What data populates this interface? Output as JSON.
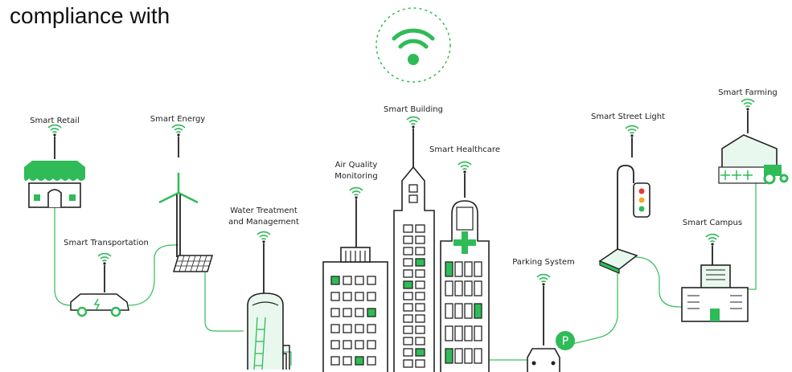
{
  "heading": "compliance with",
  "labels": {
    "smart_retail": "Smart Retail",
    "smart_energy": "Smart Energy",
    "smart_transportation": "Smart Transportation",
    "water_treatment_line1": "Water Treatment",
    "water_treatment_line2": "and Management",
    "air_quality_line1": "Air Quality",
    "air_quality_line2": "Monitoring",
    "smart_building": "Smart Building",
    "smart_healthcare": "Smart Healthcare",
    "parking_system": "Parking System",
    "smart_street_light": "Smart Street Light",
    "smart_campus": "Smart Campus",
    "smart_farming": "Smart Farming",
    "parking_badge": "P"
  },
  "colors": {
    "accent_green": "#2fbb58",
    "line_green": "#3fbf63",
    "outline": "#222222",
    "light_fill": "#e9f8ee",
    "traffic_red": "#e53935",
    "traffic_yellow": "#f5a623",
    "traffic_green": "#2fbb58"
  }
}
